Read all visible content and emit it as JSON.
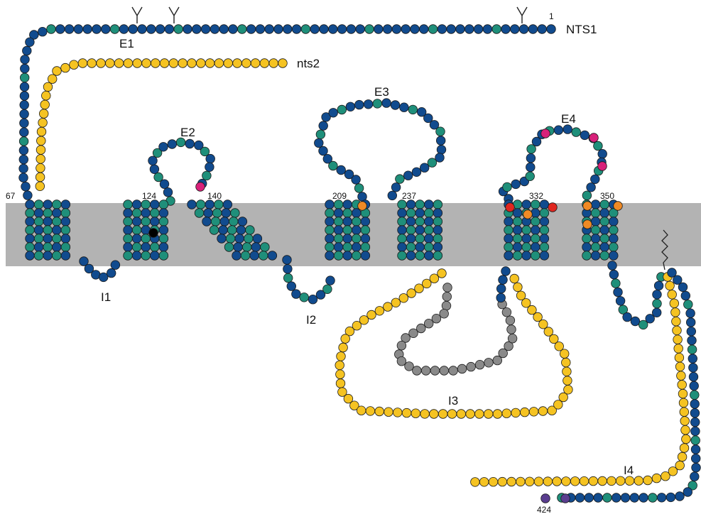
{
  "diagram": {
    "type": "membrane-topology",
    "labels": {
      "nts1": "NTS1",
      "nts2": "nts2",
      "e1": "E1",
      "e2": "E2",
      "e3": "E3",
      "e4": "E4",
      "i1": "I1",
      "i2": "I2",
      "i3": "I3",
      "i4": "I4"
    },
    "residues": {
      "r1": "1",
      "r67": "67",
      "r124": "124",
      "r140": "140",
      "r209": "209",
      "r237": "237",
      "r332": "332",
      "r350": "350",
      "r424": "424"
    }
  },
  "colors": {
    "navy": "#114b8e",
    "teal": "#1f8f7a",
    "yellow": "#f5c322",
    "gray": "#8a8a8a",
    "magenta": "#d8217a",
    "orange": "#ef8a25",
    "red": "#e0261f",
    "purple": "#5a3d8f",
    "black": "#000000",
    "membrane": "#b3b3b3"
  },
  "icons": {
    "glycosylation": "y-shaped-branch-icon",
    "palmitoylation": "zigzag-lipid-icon"
  }
}
